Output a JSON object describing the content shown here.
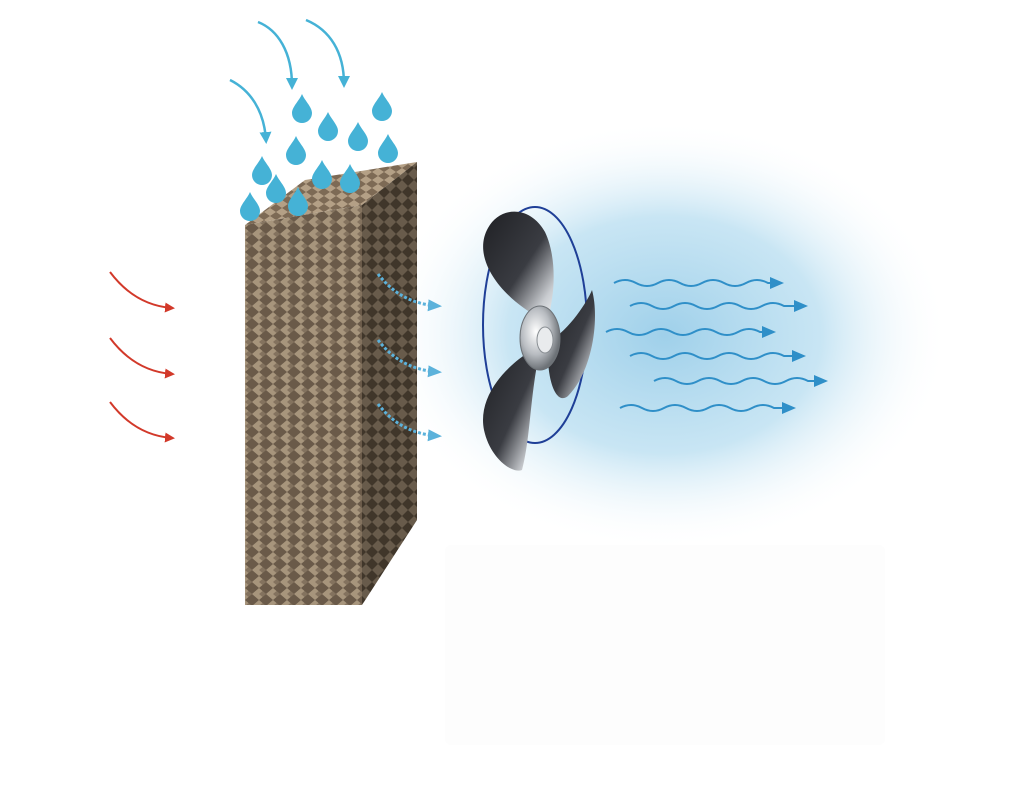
{
  "diagram": {
    "elements": [
      {
        "name": "cooling-pad",
        "kind": "honeycomb media block"
      },
      {
        "name": "water-drops",
        "kind": "water droplets",
        "count": 12
      },
      {
        "name": "incoming-water-arrows",
        "kind": "curved arrows",
        "count": 3
      },
      {
        "name": "warm-air-arrows",
        "kind": "curved arrows",
        "count": 3
      },
      {
        "name": "through-pad-arrows",
        "kind": "curved arrows",
        "count": 3
      },
      {
        "name": "fan",
        "kind": "three-blade propeller fan"
      },
      {
        "name": "cool-air-wave-arrows",
        "kind": "wavy arrows",
        "count": 6
      },
      {
        "name": "cool-air-glow",
        "kind": "blue radial glow"
      }
    ]
  },
  "colors": {
    "water": "#45b2d6",
    "warm_air": "#d2392a",
    "cool_air_arrow": "#2f8fc8",
    "through_pad_arrow": "#5cb2db",
    "glow": "#9fd0ea",
    "pad_front": "#6a5a49",
    "pad_side": "#4f4234",
    "pad_top": "#7d6a55",
    "pad_weave": "#d9c4a6",
    "fan_blade": "#1f2024",
    "fan_ring": "#1f3f97",
    "fan_hub": "#b8bcc1"
  }
}
